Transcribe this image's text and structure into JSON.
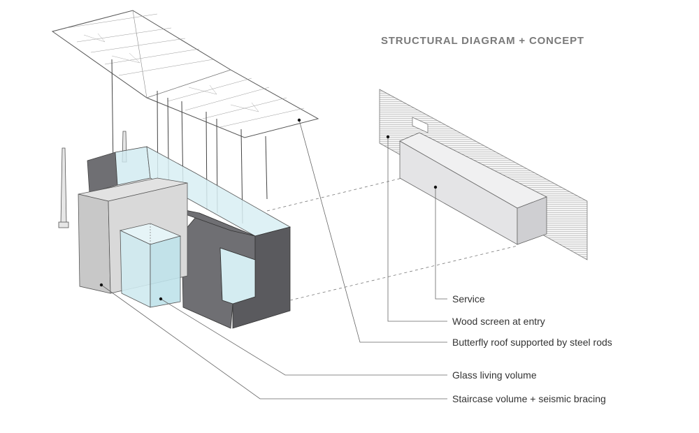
{
  "title": "STRUCTURAL DIAGRAM + CONCEPT",
  "labels": {
    "service": "Service",
    "wood_screen": "Wood screen at entry",
    "butterfly_roof": "Butterfly roof supported by steel rods",
    "glass_volume": "Glass living volume",
    "staircase": "Staircase volume + seismic bracing"
  },
  "colors": {
    "line": "#555555",
    "dark_wall": "#6f6f73",
    "dark_wall_shade": "#5a5a5e",
    "concrete": "#d6d6d6",
    "concrete_side": "#c4c4c4",
    "glass": "#cfeaf0",
    "service_box": "#e4e4e6"
  }
}
